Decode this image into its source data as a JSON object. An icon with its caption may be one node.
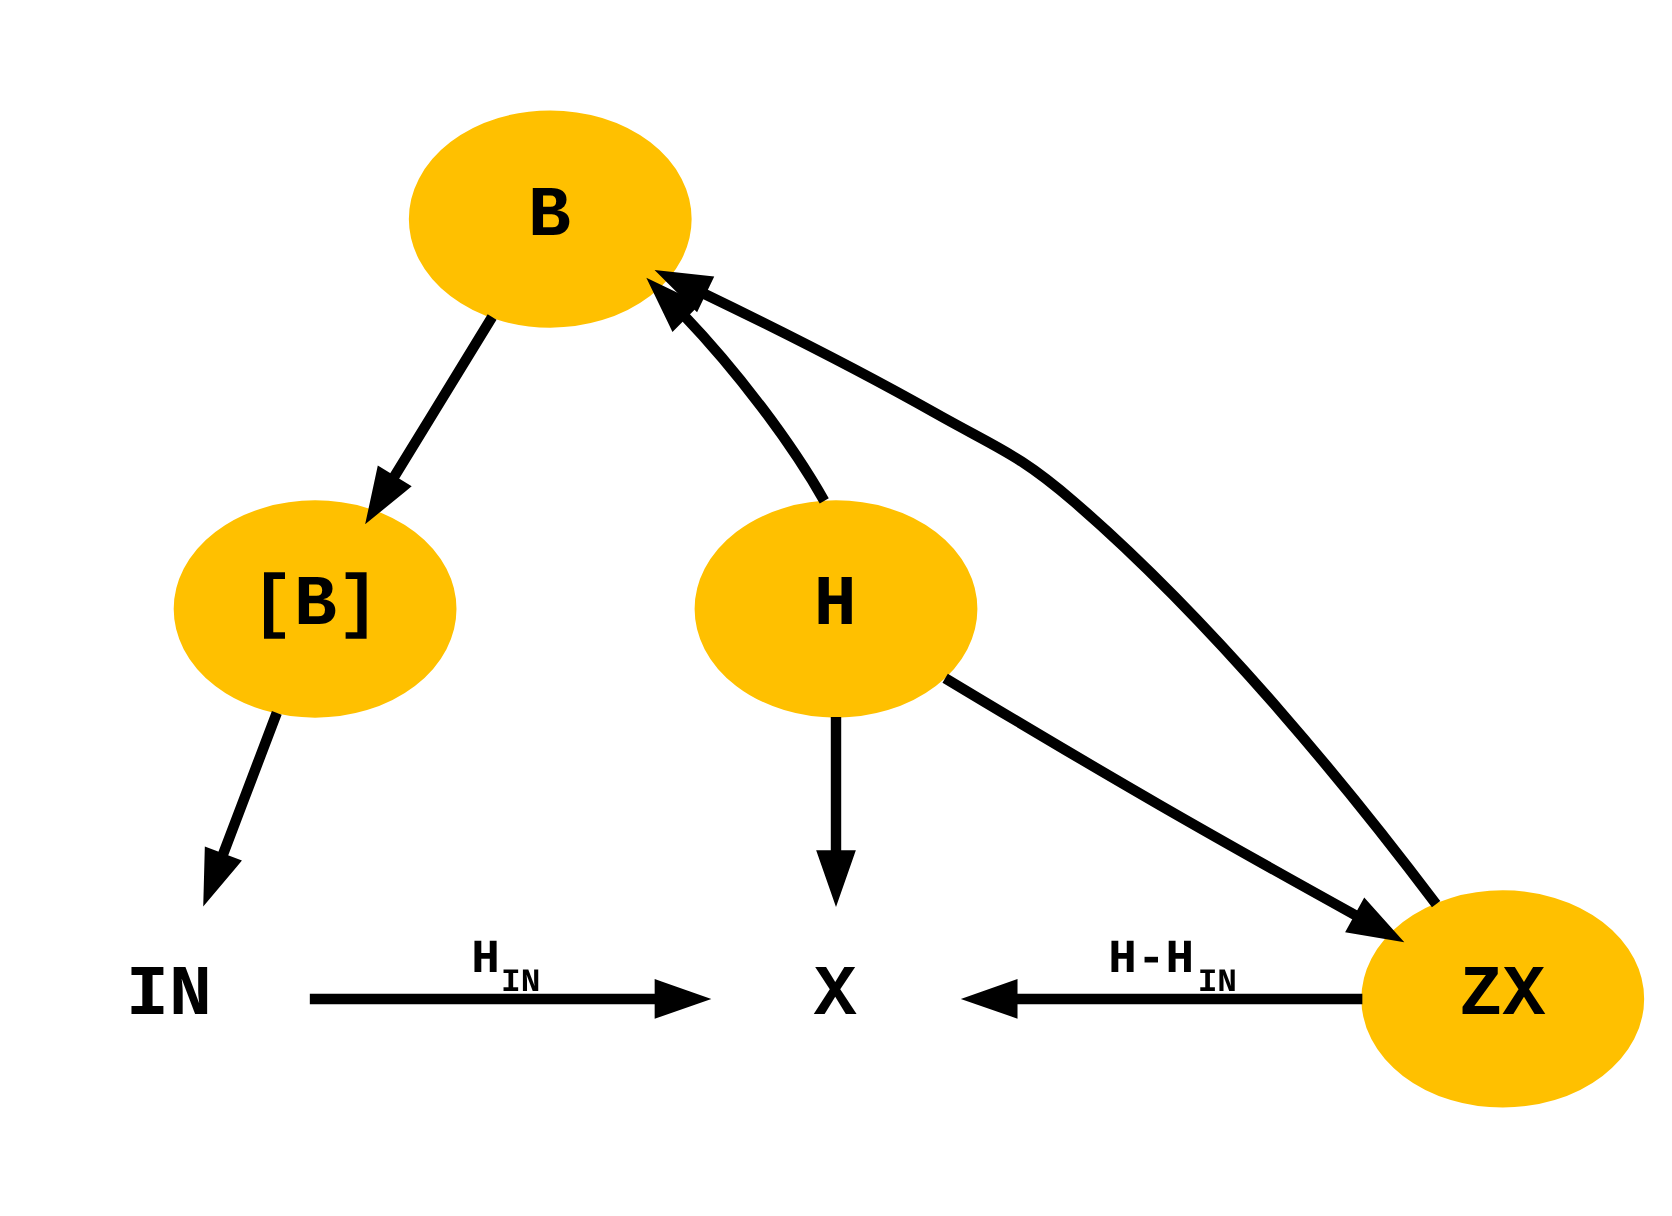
{
  "diagram": {
    "nodes": [
      {
        "text": [
          "B"
        ]
      },
      {
        "text": [
          "[B]"
        ]
      },
      {
        "text": [
          "H"
        ]
      },
      {
        "text": [
          "IN"
        ]
      },
      {
        "text": [
          "X"
        ]
      },
      {
        "text": [
          "ZX"
        ]
      }
    ],
    "edges": [
      {
        "from": 0,
        "to": 1,
        "arrow": "to"
      },
      {
        "from": 2,
        "to": 0,
        "arrow": "to"
      },
      {
        "from": 5,
        "to": 0,
        "arrow": "to"
      },
      {
        "from": 1,
        "to": 3,
        "arrow": "to"
      },
      {
        "from": 2,
        "to": 4,
        "arrow": "to"
      },
      {
        "from": 2,
        "to": 5,
        "arrow": "to"
      },
      {
        "from": 3,
        "to": 4,
        "arrow": "to",
        "label": "H$_{IN}$"
      },
      {
        "from": 5,
        "to": 4,
        "arrow": "to",
        "label": "H-H$_{IN}$"
      }
    ]
  }
}
